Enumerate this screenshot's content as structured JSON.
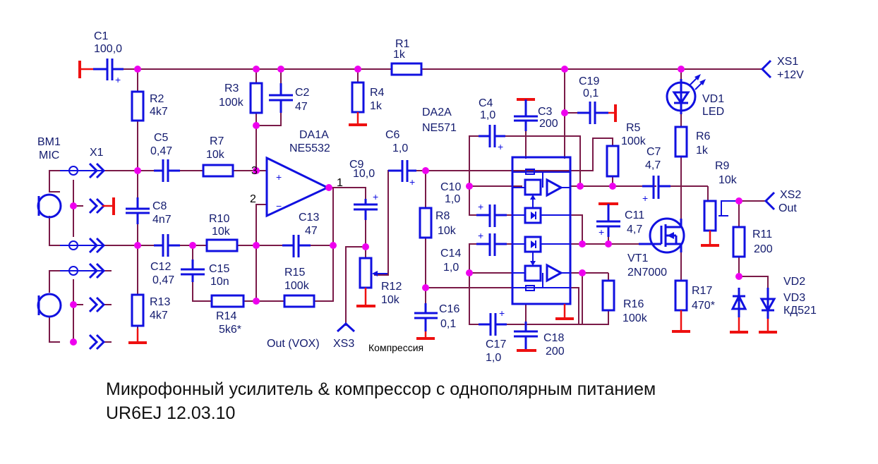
{
  "title": {
    "line1": "Микрофонный усилитель & компрессор с однополярным питанием",
    "line2": "UR6EJ 12.03.10"
  },
  "colors": {
    "wire": "#7a1a48",
    "component": "#1010e0",
    "ground": "#ee1010",
    "junction": "#ee00ee",
    "label": "#121a6e"
  },
  "labels": {
    "C1": {
      "ref": "C1",
      "val": "100,0"
    },
    "R2": {
      "ref": "R2",
      "val": "4k7"
    },
    "R3": {
      "ref": "R3",
      "val": "100k"
    },
    "C2": {
      "ref": "C2",
      "val": "47"
    },
    "R4": {
      "ref": "R4",
      "val": "1k"
    },
    "R1": {
      "ref": "R1",
      "val": "1k"
    },
    "BM1": {
      "ref": "BM1",
      "val": "MIC"
    },
    "X1": {
      "ref": "X1"
    },
    "C5": {
      "ref": "C5",
      "val": "0,47"
    },
    "R7": {
      "ref": "R7",
      "val": "10k"
    },
    "DA1A": {
      "ref": "DA1A",
      "val": "NE5532"
    },
    "C8": {
      "ref": "C8",
      "val": "4n7"
    },
    "C12": {
      "ref": "C12",
      "val": "0,47"
    },
    "C15": {
      "ref": "C15",
      "val": "10n"
    },
    "R10": {
      "ref": "R10",
      "val": "10k"
    },
    "C13": {
      "ref": "C13",
      "val": "47"
    },
    "R15": {
      "ref": "R15",
      "val": "100k"
    },
    "R14": {
      "ref": "R14",
      "val": "5k6*"
    },
    "R13": {
      "ref": "R13",
      "val": "4k7"
    },
    "C9": {
      "ref": "C9",
      "val": "10,0"
    },
    "R12": {
      "ref": "R12",
      "val": "10k"
    },
    "XS3": {
      "ref": "XS3",
      "note": "Out (VOX)"
    },
    "compression": "Компрессия",
    "C6": {
      "ref": "C6",
      "val": "1,0"
    },
    "DA2A": {
      "ref": "DA2A",
      "val": "NE571"
    },
    "C4": {
      "ref": "C4",
      "val": "1,0"
    },
    "C3": {
      "ref": "C3",
      "val": "200"
    },
    "C19": {
      "ref": "C19",
      "val": "0,1"
    },
    "C10": {
      "ref": "C10",
      "val": "1,0"
    },
    "R8": {
      "ref": "R8",
      "val": "10k"
    },
    "C14": {
      "ref": "C14",
      "val": "1,0"
    },
    "C16": {
      "ref": "C16",
      "val": "0,1"
    },
    "C17": {
      "ref": "C17",
      "val": "1,0"
    },
    "C18": {
      "ref": "C18",
      "val": "200"
    },
    "R5": {
      "ref": "R5",
      "val": "100k"
    },
    "C7": {
      "ref": "C7",
      "val": "4,7"
    },
    "C11": {
      "ref": "C11",
      "val": "4,7"
    },
    "R16": {
      "ref": "R16",
      "val": "100k"
    },
    "VT1": {
      "ref": "VT1",
      "val": "2N7000"
    },
    "R17": {
      "ref": "R17",
      "val": "470*"
    },
    "VD1": {
      "ref": "VD1",
      "val": "LED"
    },
    "R6": {
      "ref": "R6",
      "val": "1k"
    },
    "R9": {
      "ref": "R9",
      "val": "10k"
    },
    "XS1": {
      "ref": "XS1",
      "val": "+12V"
    },
    "XS2": {
      "ref": "XS2",
      "val": "Out"
    },
    "R11": {
      "ref": "R11",
      "val": "200"
    },
    "VD2": {
      "ref": "VD2"
    },
    "VD3": {
      "ref": "VD3",
      "val": "КД521"
    },
    "pins": {
      "p1": "1",
      "p2": "2",
      "p3": "3"
    },
    "plus": "+",
    "minus": "−"
  }
}
